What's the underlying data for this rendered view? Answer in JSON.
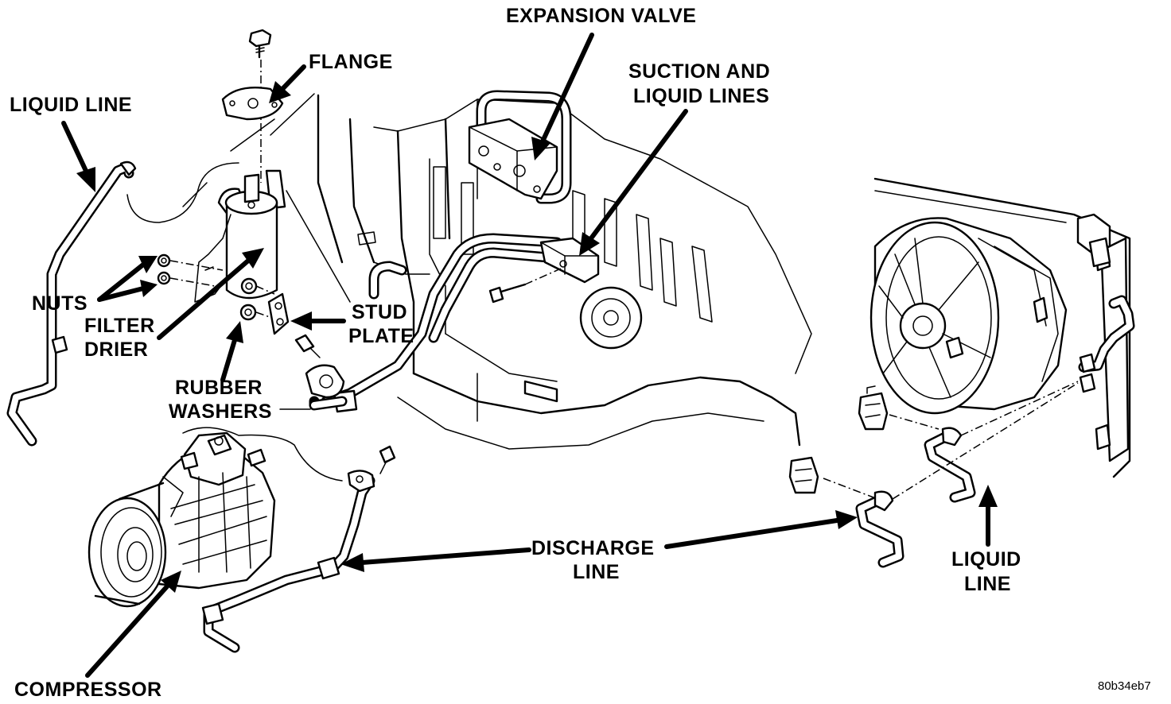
{
  "labels": {
    "expansion_valve": "EXPANSION VALVE",
    "flange": "FLANGE",
    "liquid_line_left": "LIQUID LINE",
    "suction_liquid_1": "SUCTION AND",
    "suction_liquid_2": "LIQUID LINES",
    "nuts": "NUTS",
    "filter_1": "FILTER",
    "filter_2": "DRIER",
    "stud_1": "STUD",
    "stud_2": "PLATE",
    "rubber_1": "RUBBER",
    "rubber_2": "WASHERS",
    "discharge_1": "DISCHARGE",
    "discharge_2": "LINE",
    "liquid_right_1": "LIQUID",
    "liquid_right_2": "LINE",
    "compressor": "COMPRESSOR",
    "figure_code": "80b34eb7"
  }
}
